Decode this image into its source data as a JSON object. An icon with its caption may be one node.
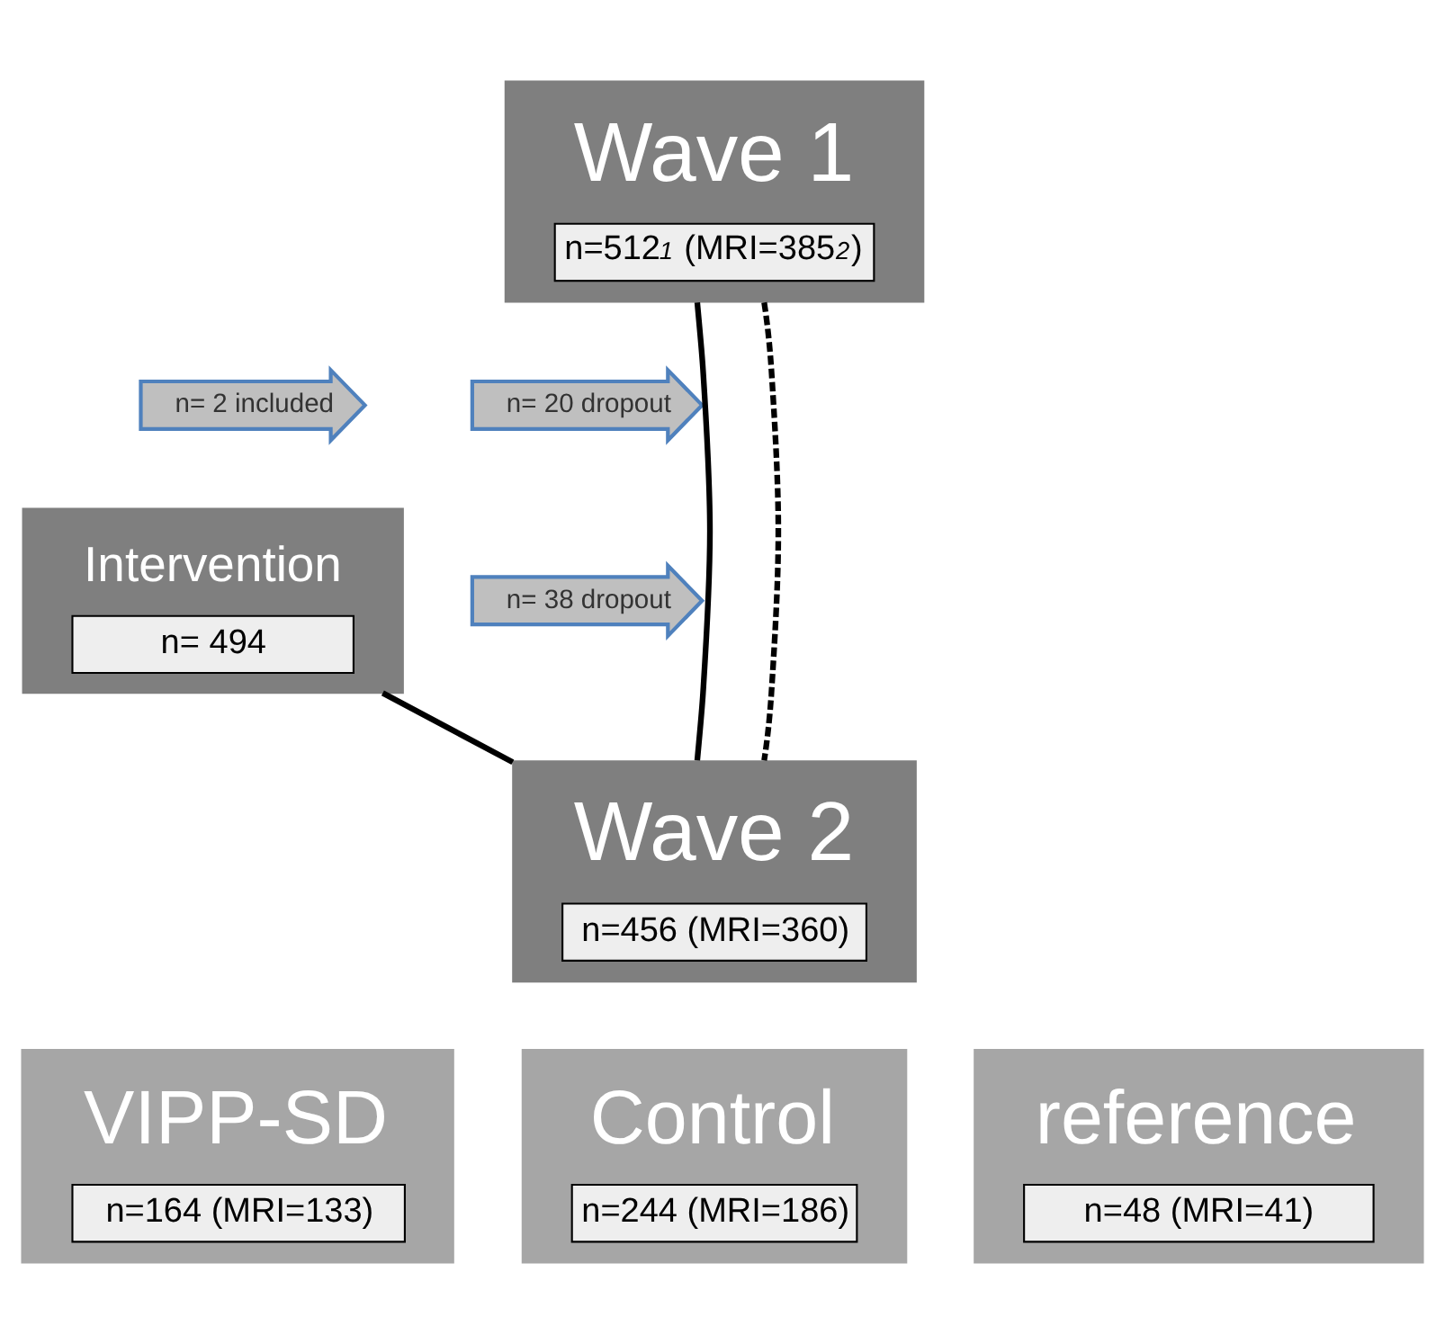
{
  "diagram": {
    "nodes": [
      {
        "text": [
          "Wave 1",
          "n=512$^{1}$ (MRI=385$^{2}$)"
        ]
      },
      {
        "text": [
          "n= 2 included"
        ]
      },
      {
        "text": [
          "n= 20 dropout"
        ]
      },
      {
        "text": [
          "Intervention",
          "n= 494"
        ]
      },
      {
        "text": [
          "n= 38 dropout"
        ]
      },
      {
        "text": [
          "Wave 2",
          "n=456 (MRI=360)"
        ]
      },
      {
        "text": [
          "VIPP-SD",
          "n=164 (MRI=133)"
        ]
      },
      {
        "text": [
          "Control",
          "n=244 (MRI=186)"
        ]
      },
      {
        "text": [
          "reference",
          "n=48 (MRI=41)"
        ]
      }
    ],
    "edges": [
      {
        "from": 0,
        "to": 5,
        "arrow": "none"
      },
      {
        "from": 3,
        "to": 5,
        "arrow": "none"
      },
      {
        "from": 0,
        "to": 5,
        "arrow": "none",
        "style": "dashed"
      }
    ]
  }
}
